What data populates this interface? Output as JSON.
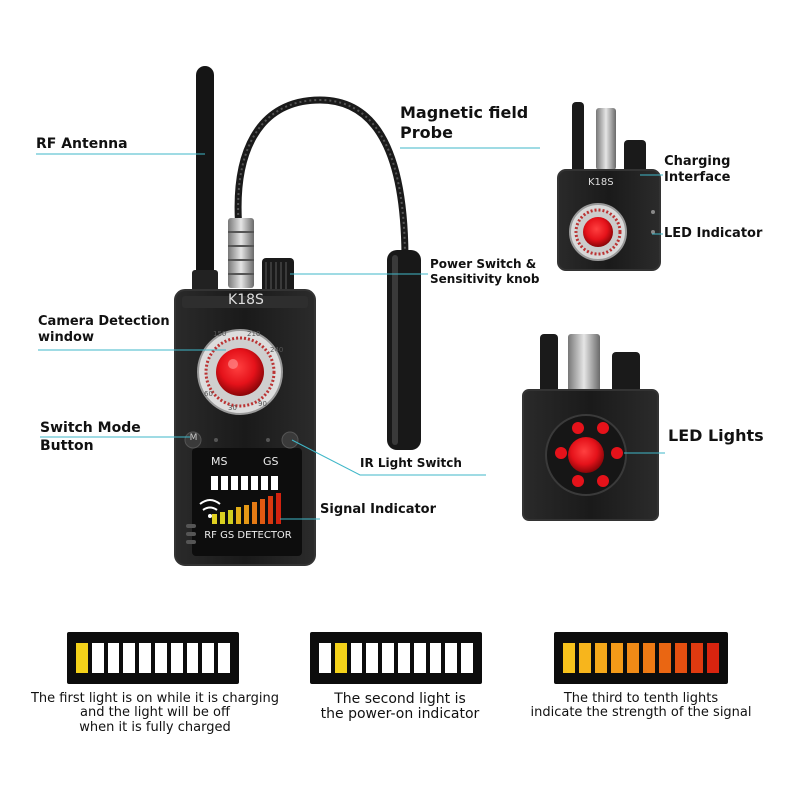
{
  "labels": {
    "rf_antenna": "RF Antenna",
    "magnetic_probe": "Magnetic field\nProbe",
    "power_switch": "Power Switch &\nSensitivity knob",
    "camera_window": "Camera Detection\nwindow",
    "switch_mode": "Switch Mode\nButton",
    "ir_switch": "IR Light Switch",
    "signal_indicator": "Signal Indicator",
    "charging_interface": "Charging\nInterface",
    "led_indicator": "LED Indicator",
    "led_lights": "LED Lights"
  },
  "device": {
    "model": "K18S",
    "mode_ms": "MS",
    "mode_gs": "GS",
    "mode_button": "M",
    "bottom_text": "RF GS DETECTOR",
    "dial_numbers": [
      "150",
      "210",
      "240",
      "30",
      "60",
      "90"
    ],
    "small_model": "K18S"
  },
  "bars": [
    {
      "caption": "The first light is on while it is charging\nand the light will be off\nwhen it is fully charged",
      "colors": [
        "#f4d21a",
        "#ffffff",
        "#ffffff",
        "#ffffff",
        "#ffffff",
        "#ffffff",
        "#ffffff",
        "#ffffff",
        "#ffffff",
        "#ffffff"
      ]
    },
    {
      "caption": "The second light is\nthe power-on indicator",
      "colors": [
        "#ffffff",
        "#f4d21a",
        "#ffffff",
        "#ffffff",
        "#ffffff",
        "#ffffff",
        "#ffffff",
        "#ffffff",
        "#ffffff",
        "#ffffff"
      ]
    },
    {
      "caption": "The third to tenth lights\nindicate the strength of the signal",
      "colors": [
        "#f7c21c",
        "#f7b51c",
        "#f5a81a",
        "#f39a18",
        "#f08a16",
        "#ee7a14",
        "#ea6612",
        "#e54f10",
        "#df3a10",
        "#d8240f"
      ]
    }
  ],
  "colors": {
    "accent_line": "#3fb7c8",
    "device_body": "#1b1b1b",
    "lens_red": "#e5121a"
  }
}
